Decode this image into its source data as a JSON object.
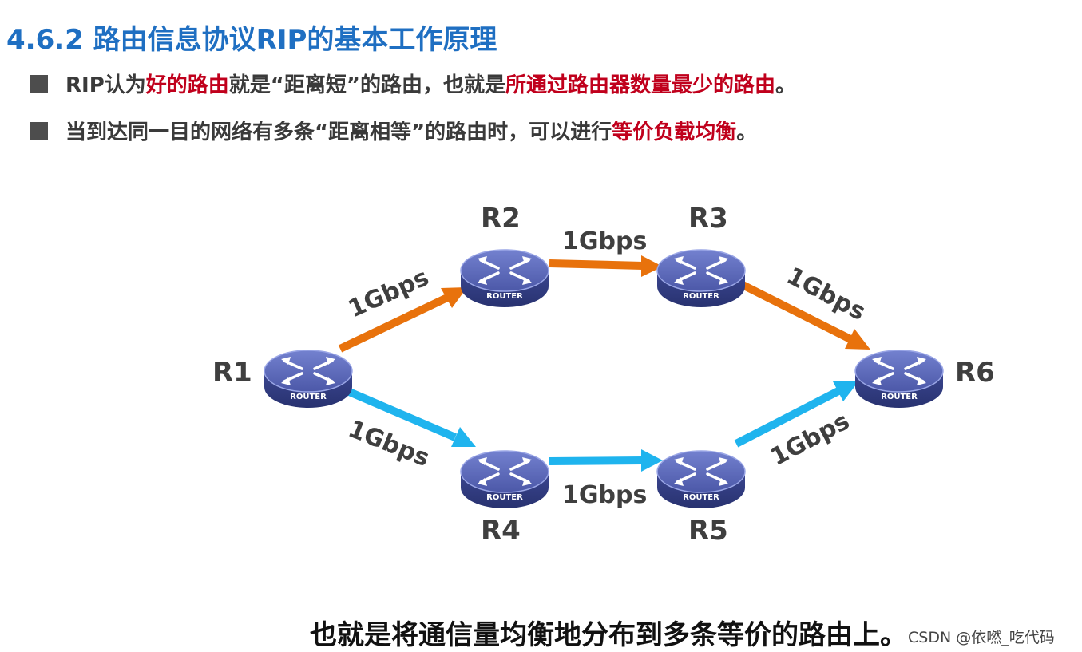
{
  "title": "4.6.2 路由信息协议RIP的基本工作原理",
  "bullets": [
    {
      "parts": [
        {
          "text": "RIP认为",
          "hl": false
        },
        {
          "text": "好的路由",
          "hl": true
        },
        {
          "text": "就是“距离短”的路由，也就是",
          "hl": false
        },
        {
          "text": "所通过路由器数量最少的路由",
          "hl": true
        },
        {
          "text": "。",
          "hl": false
        }
      ]
    },
    {
      "parts": [
        {
          "text": "当到达同一目的网络有多条“距离相等”的路由时，可以进行",
          "hl": false
        },
        {
          "text": "等价负载均衡",
          "hl": true
        },
        {
          "text": "。",
          "hl": false
        }
      ]
    }
  ],
  "routers": {
    "R1": {
      "label": "R1",
      "caption": "ROUTER"
    },
    "R2": {
      "label": "R2",
      "caption": "ROUTER"
    },
    "R3": {
      "label": "R3",
      "caption": "ROUTER"
    },
    "R4": {
      "label": "R4",
      "caption": "ROUTER"
    },
    "R5": {
      "label": "R5",
      "caption": "ROUTER"
    },
    "R6": {
      "label": "R6",
      "caption": "ROUTER"
    }
  },
  "links": {
    "r1_r2": "1Gbps",
    "r2_r3": "1Gbps",
    "r3_r6": "1Gbps",
    "r1_r4": "1Gbps",
    "r4_r5": "1Gbps",
    "r5_r6": "1Gbps"
  },
  "colors": {
    "title": "#1f6fc2",
    "highlight": "#c0001c",
    "upper_path": "#e8720c",
    "lower_path": "#1fb4ee",
    "router_body": "#4a57a6"
  },
  "subtitle": "也就是将通信量均衡地分布到多条等价的路由上。",
  "watermark": "CSDN @依嘫_吃代码"
}
